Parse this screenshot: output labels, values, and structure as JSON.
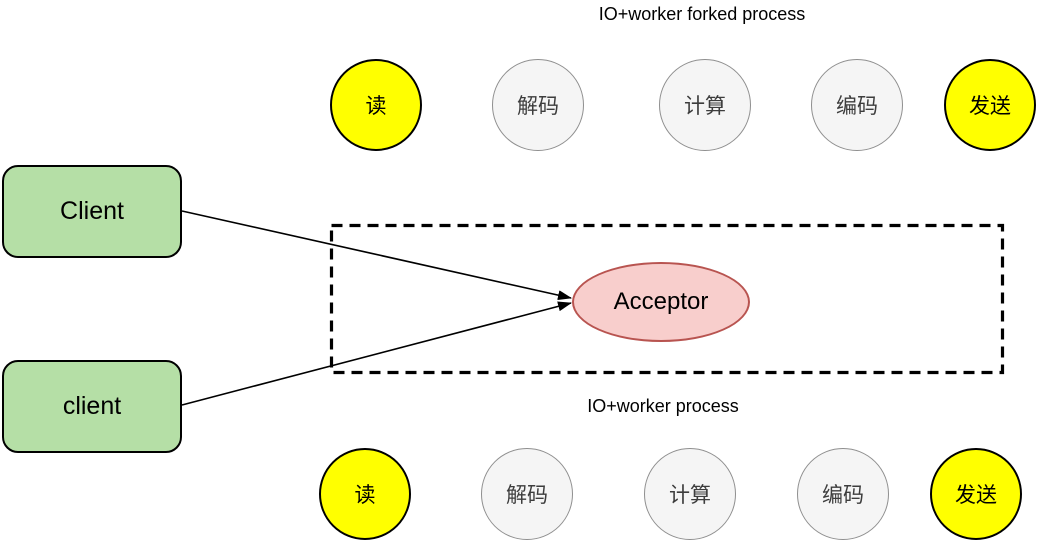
{
  "top_process": {
    "title": "IO+worker forked process",
    "stages": [
      {
        "label": "读",
        "kind": "io"
      },
      {
        "label": "解码",
        "kind": "worker"
      },
      {
        "label": "计算",
        "kind": "worker"
      },
      {
        "label": "编码",
        "kind": "worker"
      },
      {
        "label": "发送",
        "kind": "io"
      }
    ]
  },
  "bottom_process": {
    "title": "IO+worker process",
    "stages": [
      {
        "label": "读",
        "kind": "io"
      },
      {
        "label": "解码",
        "kind": "worker"
      },
      {
        "label": "计算",
        "kind": "worker"
      },
      {
        "label": "编码",
        "kind": "worker"
      },
      {
        "label": "发送",
        "kind": "io"
      }
    ]
  },
  "clients": [
    {
      "label": "Client"
    },
    {
      "label": "client"
    }
  ],
  "acceptor": {
    "label": "Acceptor"
  },
  "edges": [
    {
      "from": "Client",
      "to": "Acceptor"
    },
    {
      "from": "client",
      "to": "Acceptor"
    }
  ],
  "colors": {
    "io_stage_fill": "#ffff00",
    "io_stage_border": "#000000",
    "worker_stage_fill": "#f5f5f5",
    "worker_stage_border": "#8f8f8f",
    "client_fill": "#b5dfa6",
    "client_border": "#000000",
    "acceptor_fill": "#f8cecc",
    "acceptor_border": "#b85450",
    "arrow": "#000000",
    "dashed_box_border": "#000000"
  }
}
